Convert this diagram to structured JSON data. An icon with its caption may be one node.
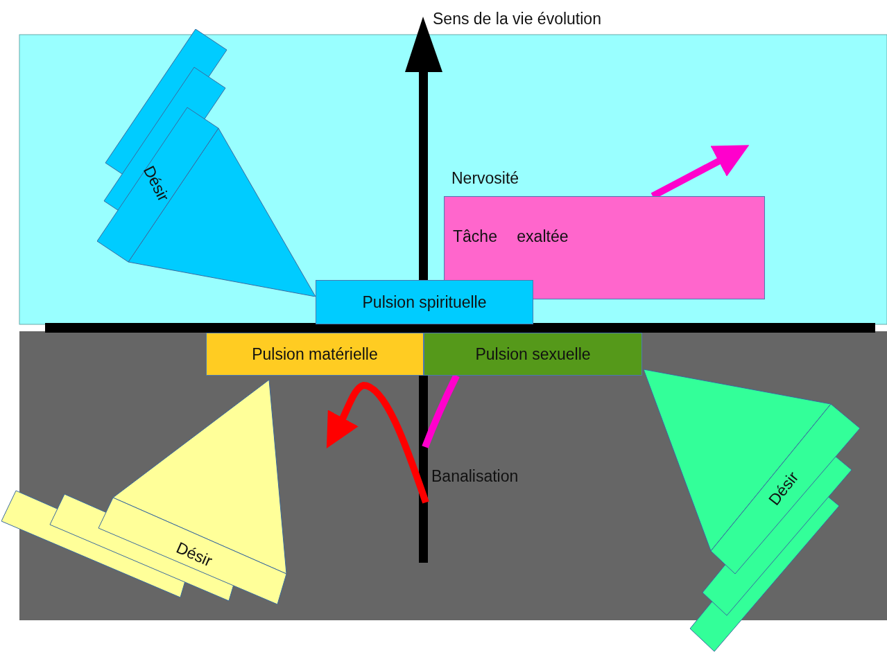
{
  "diagram": {
    "nodes": [
      {
        "text": [
          "Désir"
        ]
      },
      {
        "text": [
          "Pulsion spirituelle"
        ]
      },
      {
        "text": [
          "Nervosité",
          "Tâche exaltée"
        ]
      },
      {
        "text": [
          "Pulsion matérielle"
        ]
      },
      {
        "text": [
          "Pulsion sexuelle"
        ]
      },
      {
        "text": [
          "Banalisation"
        ]
      },
      {
        "text": [
          "Désir"
        ]
      },
      {
        "text": [
          "Désir"
        ]
      }
    ],
    "edges": [
      {
        "from": 2,
        "to": null,
        "arrow": "to",
        "color": "#ff00cc"
      },
      {
        "from": 5,
        "to": null,
        "arrow": "to",
        "color": "#ff0000"
      },
      {
        "from": 4,
        "to": null,
        "arrow": "none",
        "color": "#ff00cc"
      }
    ],
    "labels": [
      "Sens de la vie évolution"
    ]
  }
}
